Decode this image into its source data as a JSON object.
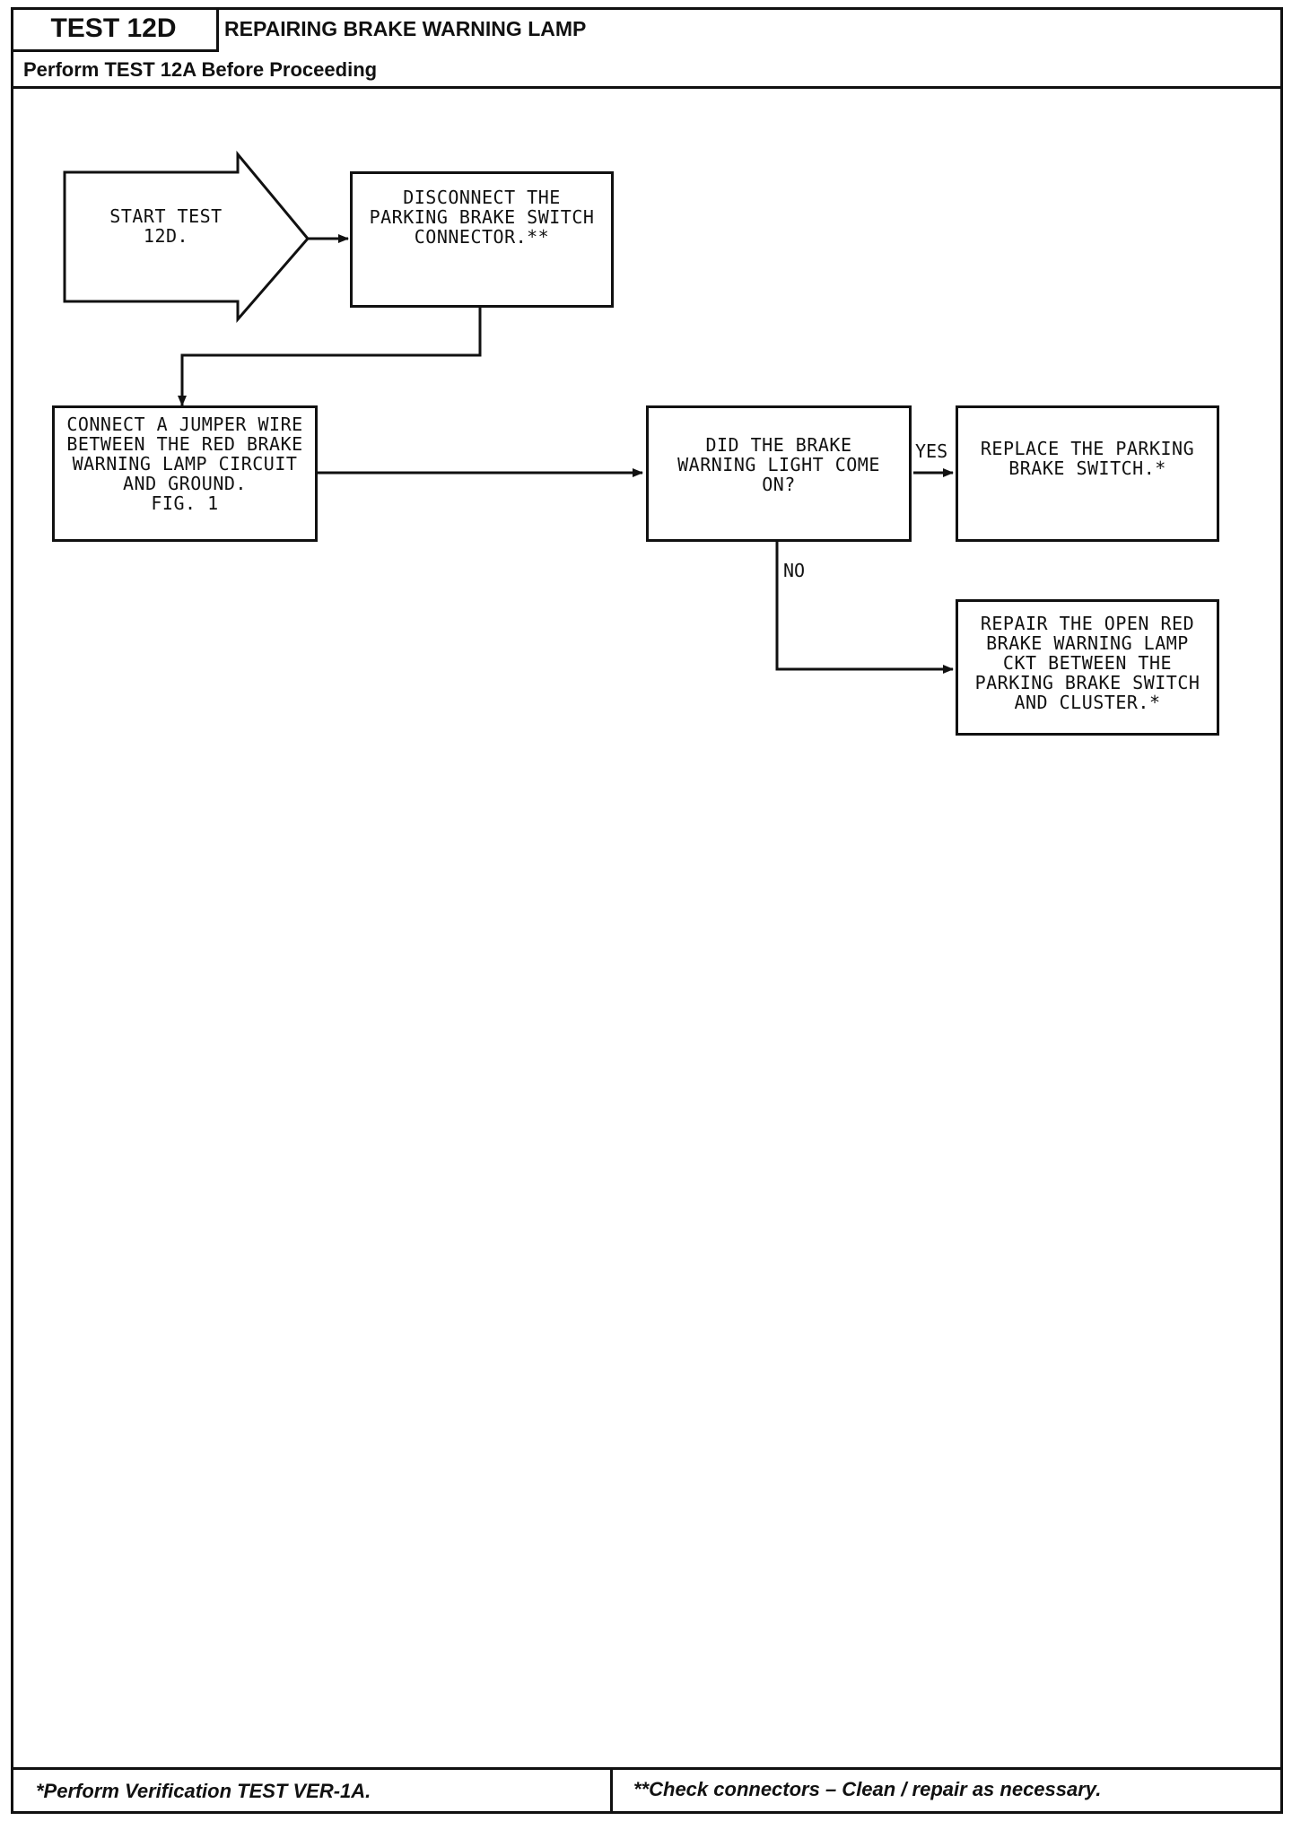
{
  "header": {
    "test_id": "TEST 12D",
    "title": "REPAIRING BRAKE WARNING LAMP",
    "prerequisite": "Perform TEST 12A Before Proceeding"
  },
  "flow": {
    "start": "START TEST\n12D.",
    "disconnect": "DISCONNECT THE\nPARKING BRAKE SWITCH\nCONNECTOR.**",
    "connect_jumper": "CONNECT A JUMPER WIRE\nBETWEEN THE RED BRAKE\nWARNING LAMP CIRCUIT\nAND GROUND.\nFIG. 1",
    "question": "DID THE BRAKE\nWARNING LIGHT COME\nON?",
    "yes_label": "YES",
    "no_label": "NO",
    "yes_action": "REPLACE THE PARKING\nBRAKE SWITCH.*",
    "no_action": "REPAIR THE OPEN RED\nBRAKE WARNING LAMP\nCKT BETWEEN THE\nPARKING BRAKE SWITCH\nAND CLUSTER.*"
  },
  "footer": {
    "note_single": "*Perform Verification TEST VER-1A.",
    "note_double": "**Check connectors – Clean / repair as necessary."
  }
}
